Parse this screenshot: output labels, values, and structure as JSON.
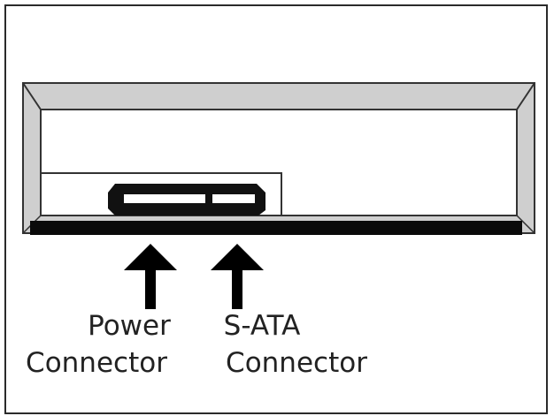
{
  "labels": {
    "power": {
      "line1": "Power",
      "line2": "Connector"
    },
    "sata": {
      "line1": "S-ATA",
      "line2": "Connector"
    }
  },
  "colors": {
    "outline": "#222222",
    "drive_gray": "#c8c8c8",
    "black": "#000000",
    "background": "#ffffff"
  }
}
